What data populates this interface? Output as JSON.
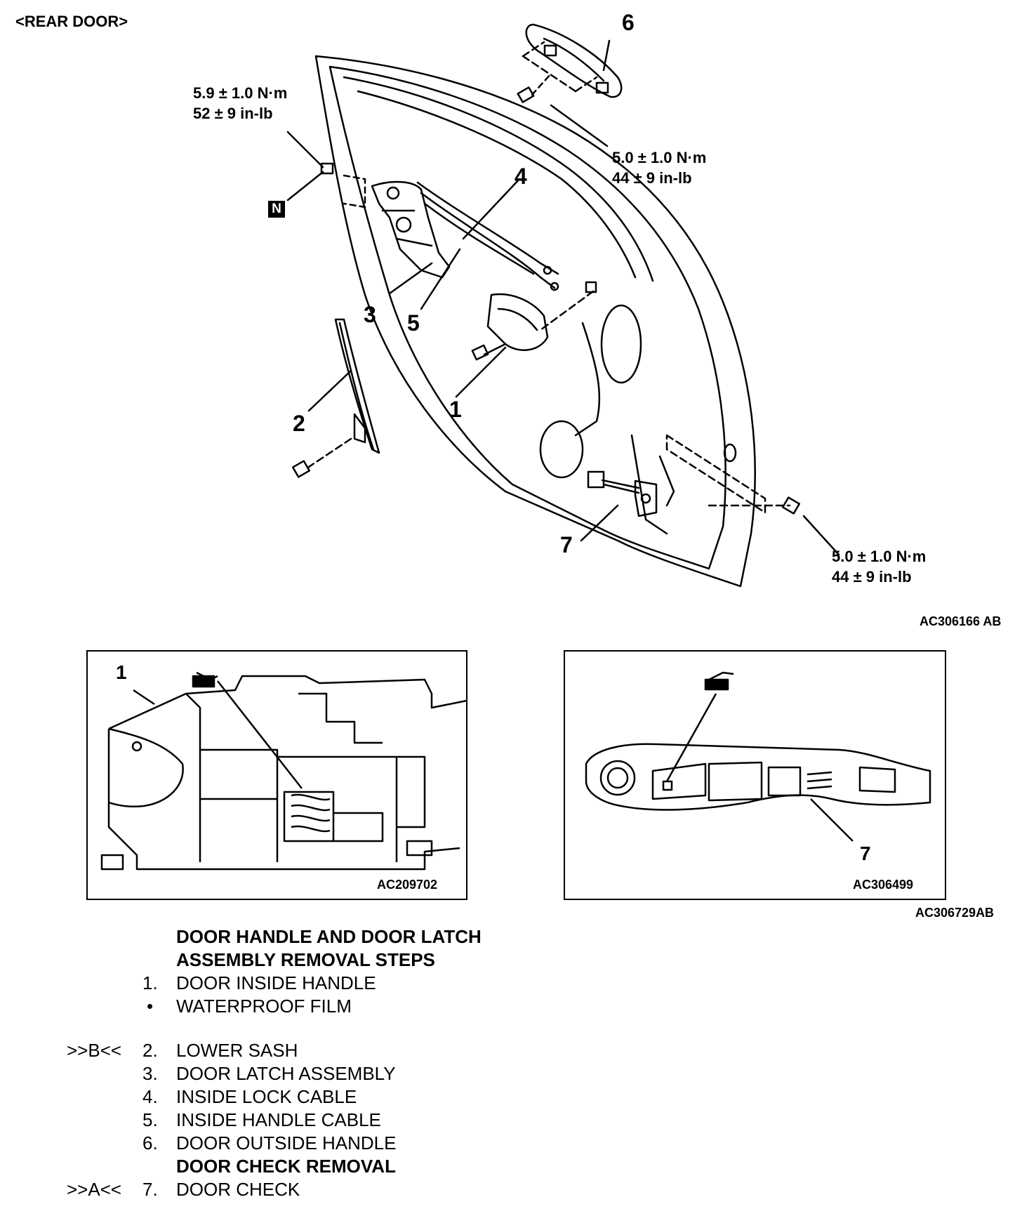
{
  "header": {
    "title": "<REAR DOOR>"
  },
  "main_diagram": {
    "torques": [
      {
        "nm": "5.9 ± 1.0 N·m",
        "inlb": "52 ± 9 in-lb"
      },
      {
        "nm": "5.0 ± 1.0 N·m",
        "inlb": "44 ± 9 in-lb"
      },
      {
        "nm": "5.0 ± 1.0 N·m",
        "inlb": "44 ± 9 in-lb"
      }
    ],
    "n_mark": "N",
    "callouts": [
      "1",
      "2",
      "3",
      "4",
      "5",
      "6",
      "7"
    ],
    "code": "AC306166 AB"
  },
  "detail_left": {
    "callout": "1",
    "code": "AC209702"
  },
  "detail_right": {
    "callout": "7",
    "code": "AC306499"
  },
  "details_code": "AC306729AB",
  "steps": {
    "title_line1": "DOOR HANDLE AND DOOR LATCH",
    "title_line2": "ASSEMBLY REMOVAL STEPS",
    "items": [
      {
        "mark": "",
        "num": "1.",
        "text": "DOOR INSIDE HANDLE"
      },
      {
        "mark": "",
        "num": "•",
        "text": "WATERPROOF FILM"
      },
      {
        "mark": ">>B<<",
        "num": "2.",
        "text": "LOWER SASH"
      },
      {
        "mark": "",
        "num": "3.",
        "text": "DOOR LATCH ASSEMBLY"
      },
      {
        "mark": "",
        "num": "4.",
        "text": "INSIDE LOCK CABLE"
      },
      {
        "mark": "",
        "num": "5.",
        "text": "INSIDE HANDLE CABLE"
      },
      {
        "mark": "",
        "num": "6.",
        "text": "DOOR OUTSIDE HANDLE"
      }
    ],
    "subtitle": "DOOR CHECK REMOVAL",
    "last": {
      "mark": ">>A<<",
      "num": "7.",
      "text": "DOOR CHECK"
    }
  }
}
